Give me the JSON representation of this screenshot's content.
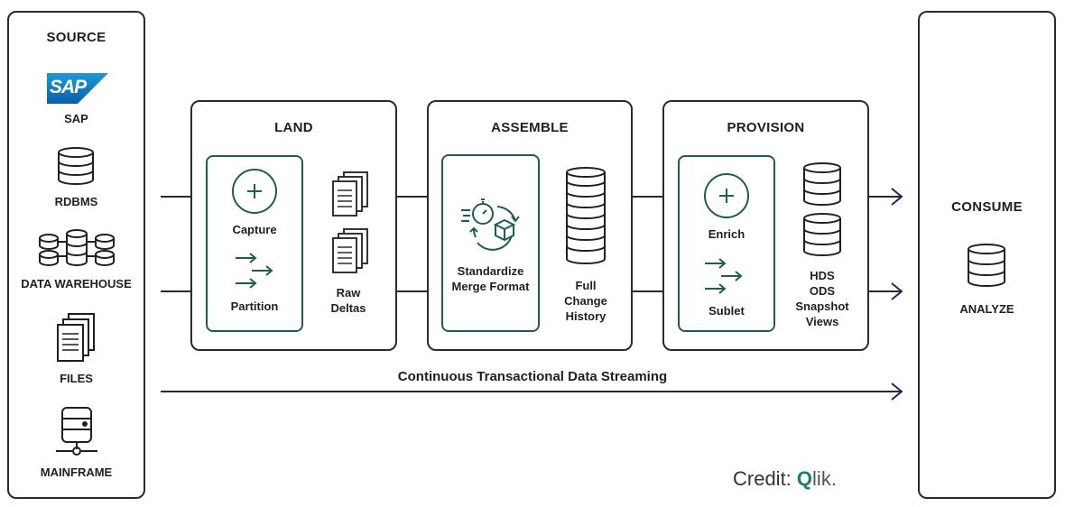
{
  "source": {
    "title": "SOURCE",
    "items": [
      {
        "label": "SAP",
        "icon": "sap-logo",
        "logo_text": "SAP"
      },
      {
        "label": "RDBMS",
        "icon": "database-icon"
      },
      {
        "label": "DATA WAREHOUSE",
        "icon": "data-warehouse-icon"
      },
      {
        "label": "FILES",
        "icon": "files-icon"
      },
      {
        "label": "MAINFRAME",
        "icon": "mainframe-icon"
      }
    ]
  },
  "land": {
    "title": "LAND",
    "capture_label": "Capture",
    "partition_label": "Partition",
    "raw_deltas_line1": "Raw",
    "raw_deltas_line2": "Deltas"
  },
  "assemble": {
    "title": "ASSEMBLE",
    "standardize_line1": "Standardize",
    "standardize_line2": "Merge Format",
    "history_line1": "Full",
    "history_line2": "Change",
    "history_line3": "History"
  },
  "provision": {
    "title": "PROVISION",
    "enrich_label": "Enrich",
    "sublet_label": "Sublet",
    "views_line1": "HDS",
    "views_line2": "ODS",
    "views_line3": "Snapshot",
    "views_line4": "Views"
  },
  "consume": {
    "title": "CONSUME",
    "analyze_label": "ANALYZE"
  },
  "streaming_label": "Continuous Transactional Data Streaming",
  "credit": {
    "prefix": "Credit:",
    "brand_q": "Q",
    "brand_rest": "lik."
  },
  "colors": {
    "accent": "#1e5c50",
    "border": "#2b2b2b",
    "arrow": "#1f2a44"
  }
}
